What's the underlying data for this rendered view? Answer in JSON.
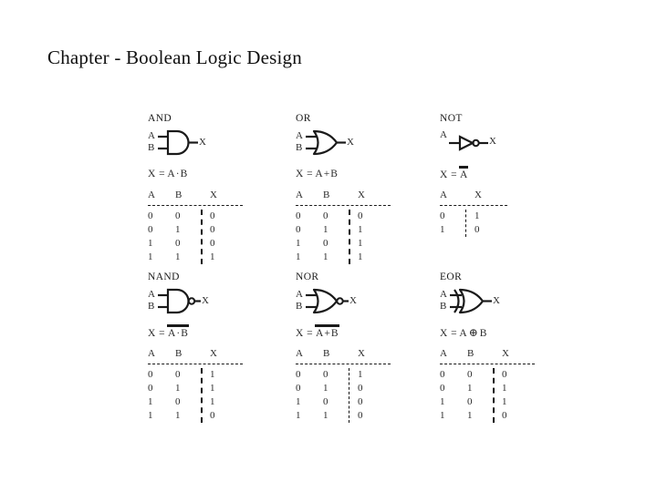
{
  "slide": {
    "title": "Chapter - Boolean Logic Design",
    "background_color": "#ffffff",
    "text_color": "#2a2a2a"
  },
  "gates": [
    {
      "id": "and",
      "name": "AND",
      "symbol": "and-gate-symbol",
      "inputs": [
        "A",
        "B"
      ],
      "output": "X",
      "equation": {
        "lhs": "X  =",
        "operand_left": "A",
        "operator": "·",
        "operand_right": "B",
        "overbar": false,
        "text": "X = A · B"
      },
      "table": {
        "headers": [
          "A",
          "B",
          "X"
        ],
        "rows": [
          [
            "0",
            "0",
            "0"
          ],
          [
            "0",
            "1",
            "0"
          ],
          [
            "1",
            "0",
            "0"
          ],
          [
            "1",
            "1",
            "1"
          ]
        ]
      }
    },
    {
      "id": "or",
      "name": "OR",
      "symbol": "or-gate-symbol",
      "inputs": [
        "A",
        "B"
      ],
      "output": "X",
      "equation": {
        "lhs": "X  =",
        "operand_left": "A",
        "operator": "+",
        "operand_right": "B",
        "overbar": false,
        "text": "X = A + B"
      },
      "table": {
        "headers": [
          "A",
          "B",
          "X"
        ],
        "rows": [
          [
            "0",
            "0",
            "0"
          ],
          [
            "0",
            "1",
            "1"
          ],
          [
            "1",
            "0",
            "1"
          ],
          [
            "1",
            "1",
            "1"
          ]
        ]
      }
    },
    {
      "id": "not",
      "name": "NOT",
      "symbol": "not-gate-symbol",
      "inputs": [
        "A"
      ],
      "output": "X",
      "equation": {
        "lhs": "X  =",
        "operand_left": "A",
        "operator": "",
        "operand_right": "",
        "overbar": true,
        "text": "X = A̅"
      },
      "table": {
        "headers": [
          "A",
          "X"
        ],
        "rows": [
          [
            "0",
            "1"
          ],
          [
            "1",
            "0"
          ]
        ]
      }
    },
    {
      "id": "nand",
      "name": "NAND",
      "symbol": "nand-gate-symbol",
      "inputs": [
        "A",
        "B"
      ],
      "output": "X",
      "equation": {
        "lhs": "X  =",
        "operand_left": "A",
        "operator": "·",
        "operand_right": "B",
        "overbar": true,
        "text": "X = A̅ ·̅ B̅"
      },
      "table": {
        "headers": [
          "A",
          "B",
          "X"
        ],
        "rows": [
          [
            "0",
            "0",
            "1"
          ],
          [
            "0",
            "1",
            "1"
          ],
          [
            "1",
            "0",
            "1"
          ],
          [
            "1",
            "1",
            "0"
          ]
        ]
      }
    },
    {
      "id": "nor",
      "name": "NOR",
      "symbol": "nor-gate-symbol",
      "inputs": [
        "A",
        "B"
      ],
      "output": "X",
      "equation": {
        "lhs": "X  =",
        "operand_left": "A",
        "operator": "+",
        "operand_right": "B",
        "overbar": true,
        "text": "X = A̅ +̅ B̅"
      },
      "table": {
        "headers": [
          "A",
          "B",
          "X"
        ],
        "rows": [
          [
            "0",
            "0",
            "1"
          ],
          [
            "0",
            "1",
            "0"
          ],
          [
            "1",
            "0",
            "0"
          ],
          [
            "1",
            "1",
            "0"
          ]
        ]
      }
    },
    {
      "id": "eor",
      "name": "EOR",
      "symbol": "xor-gate-symbol",
      "inputs": [
        "A",
        "B"
      ],
      "output": "X",
      "equation": {
        "lhs": "X  =",
        "operand_left": "A",
        "operator": "⊕",
        "operand_right": "B",
        "overbar": false,
        "text": "X = A ⊕ B"
      },
      "table": {
        "headers": [
          "A",
          "B",
          "X"
        ],
        "rows": [
          [
            "0",
            "0",
            "0"
          ],
          [
            "0",
            "1",
            "1"
          ],
          [
            "1",
            "0",
            "1"
          ],
          [
            "1",
            "1",
            "0"
          ]
        ]
      }
    }
  ]
}
